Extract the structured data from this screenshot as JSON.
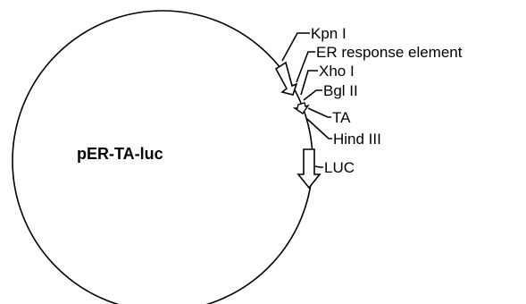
{
  "plasmid": {
    "name": "pER-TA-luc"
  },
  "features": [
    {
      "id": "kpn",
      "label": "Kpn I"
    },
    {
      "id": "ere",
      "label": "ER response element"
    },
    {
      "id": "xho",
      "label": "Xho I"
    },
    {
      "id": "bgl",
      "label": "Bgl II"
    },
    {
      "id": "ta",
      "label": "TA"
    },
    {
      "id": "hind",
      "label": "Hind III"
    },
    {
      "id": "luc",
      "label": "LUC"
    }
  ]
}
